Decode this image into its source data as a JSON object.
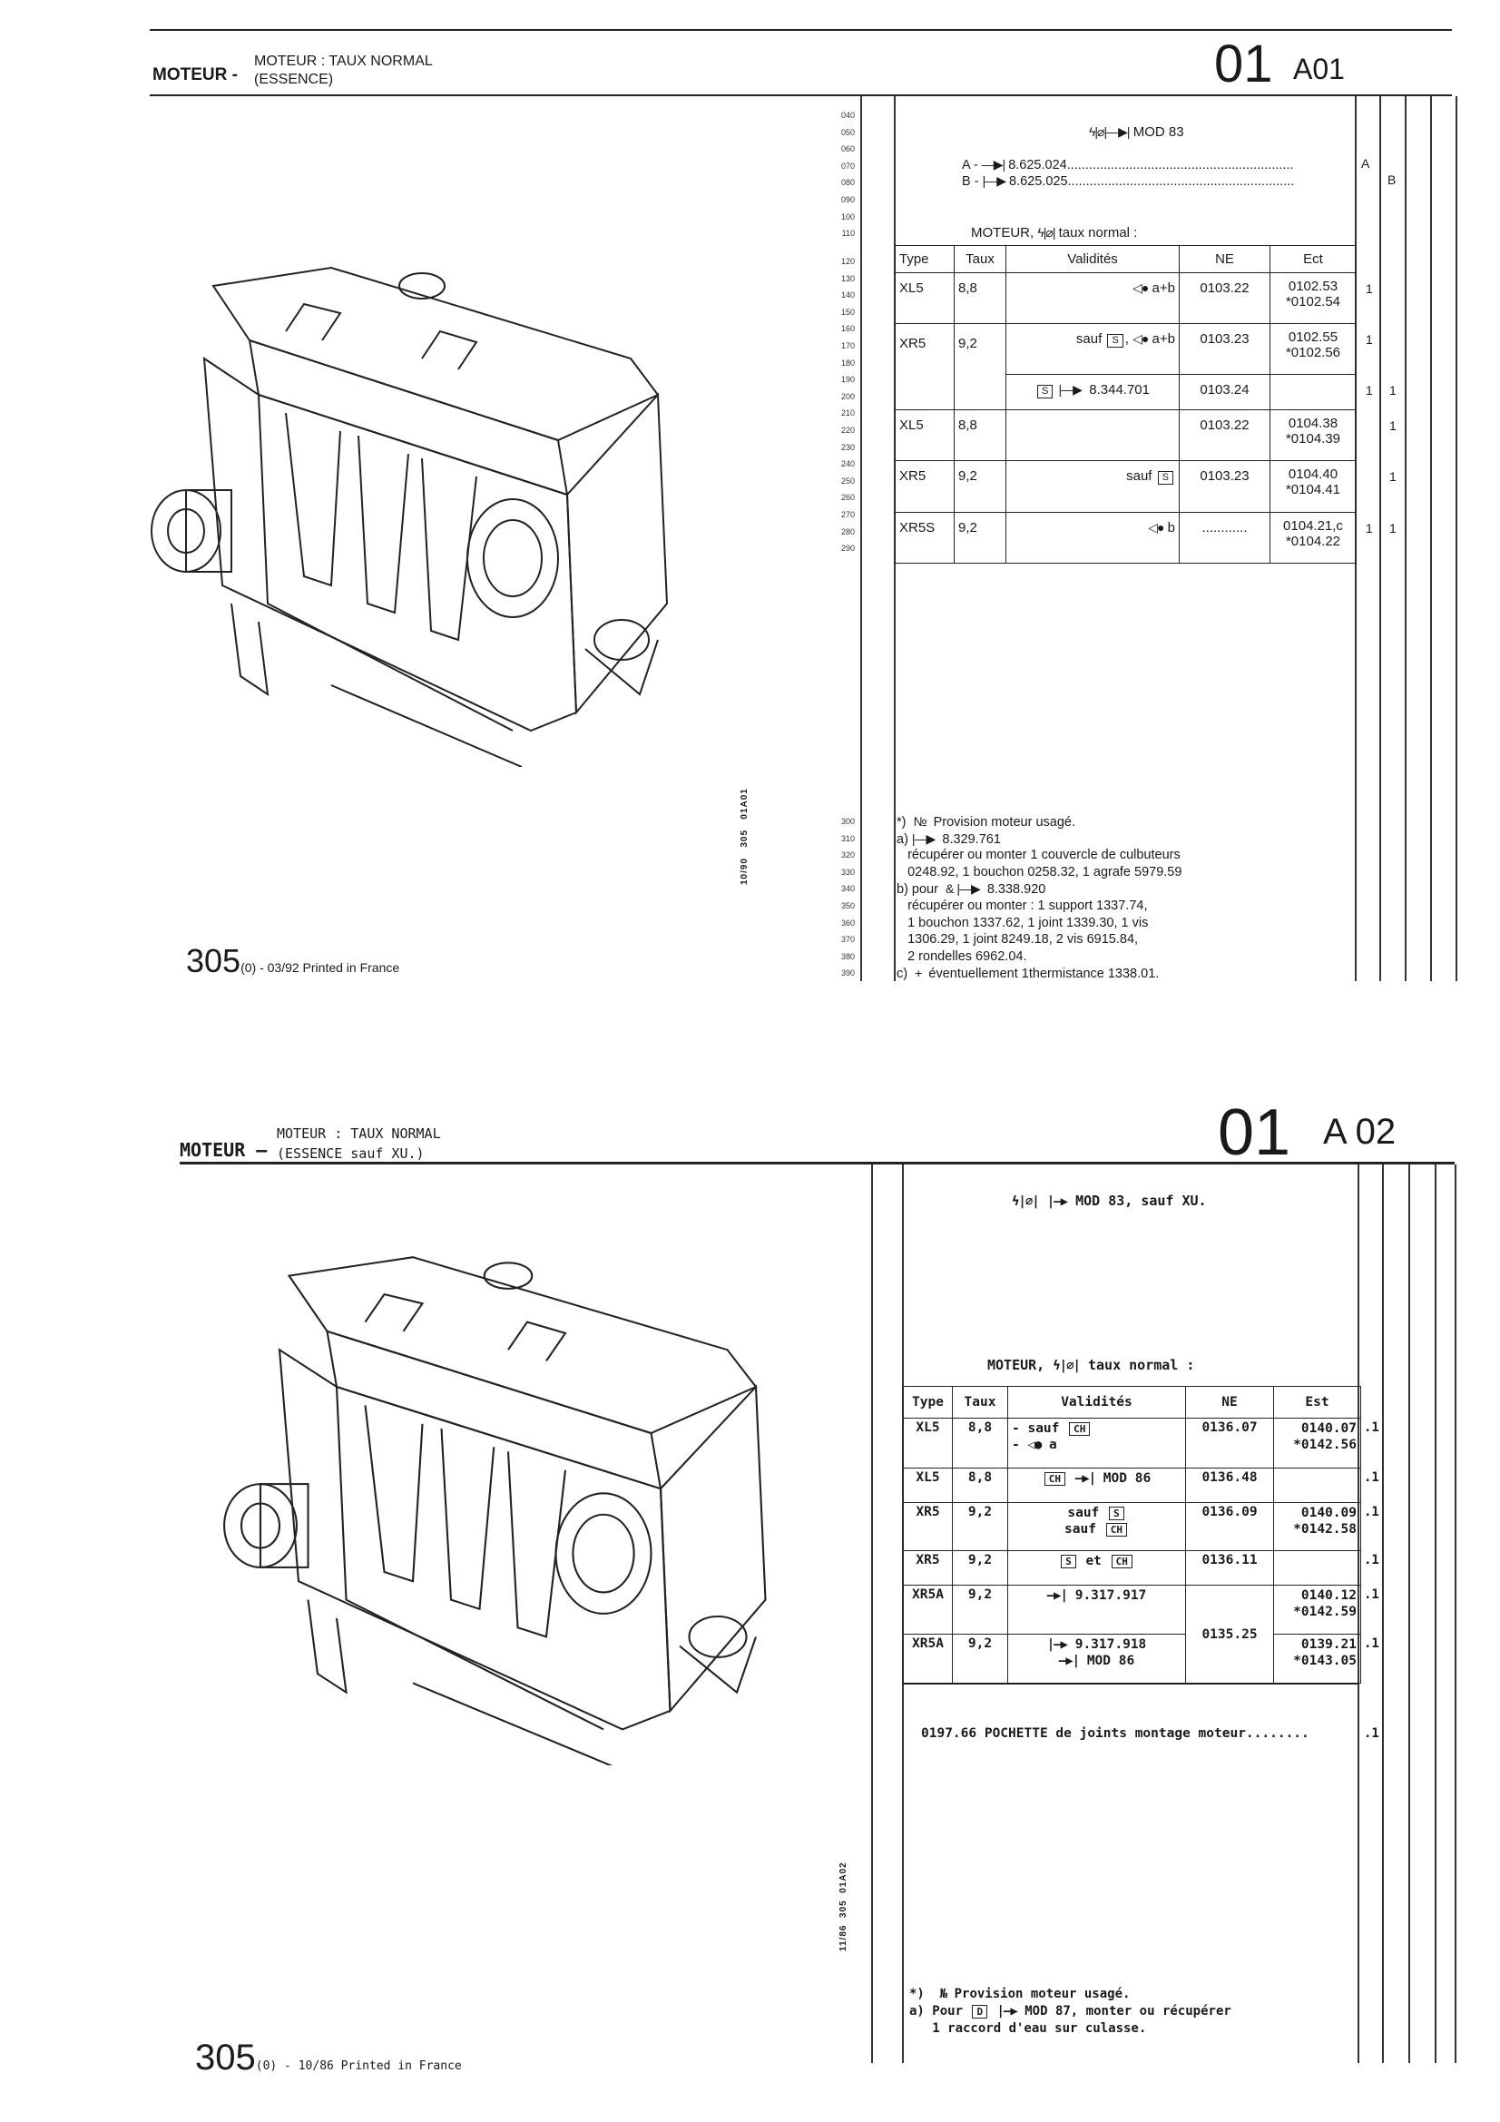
{
  "sheet_a01": {
    "header": {
      "section": "MOTEUR -",
      "title_line1": "MOTEUR : TAUX NORMAL",
      "title_line2": "(ESSENCE)",
      "code_major": "01",
      "code_minor": "A01"
    },
    "line_numbers_top": [
      "040",
      "050",
      "060",
      "070",
      "080",
      "090",
      "100",
      "110",
      "120",
      "130",
      "140",
      "150",
      "160",
      "170",
      "180",
      "190",
      "200",
      "210",
      "220",
      "230",
      "240",
      "250",
      "260",
      "270",
      "280",
      "290"
    ],
    "line_numbers_bottom": [
      "300",
      "310",
      "320",
      "330",
      "340",
      "350",
      "360",
      "370",
      "380",
      "390"
    ],
    "mod_line": [
      {
        "icon": "engine-symbol"
      },
      {
        "icon": "arrow-until"
      },
      " MOD 83"
    ],
    "variant_a": {
      "label": "A -",
      "ref": "8.625.024",
      "col": "A"
    },
    "variant_b": {
      "label": "B -",
      "ref": "8.625.025",
      "col": "B"
    },
    "table_title": [
      "MOTEUR, ",
      {
        "icon": "engine-symbol"
      },
      " taux normal :"
    ],
    "columns": [
      "Type",
      "Taux",
      "Validités",
      "NE",
      "Ect"
    ],
    "rows": [
      {
        "type": "XL5",
        "taux": "8,8",
        "validite": [
          {
            "icon": "eye"
          },
          " a+b"
        ],
        "ne": "0103.22",
        "ect": [
          "0102.53",
          "*0102.54"
        ],
        "qa": "1",
        "qb": ""
      },
      {
        "type": "XR5",
        "taux": "9,2",
        "validite": [
          "sauf ",
          {
            "box": "S"
          },
          ", ",
          {
            "icon": "eye"
          },
          " a+b"
        ],
        "ne": "0103.23",
        "ect": [
          "0102.55",
          "*0102.56"
        ],
        "qa": "1",
        "qb": ""
      },
      {
        "type": "",
        "taux": "",
        "validite": [
          {
            "box": "S"
          },
          " ",
          {
            "icon": "arrow-from"
          },
          "  8.344.701"
        ],
        "ne": "0103.24",
        "ect": [],
        "qa": "1",
        "qb": "1"
      },
      {
        "type": "XL5",
        "taux": "8,8",
        "validite": [],
        "ne": "0103.22",
        "ect": [
          "0104.38",
          "*0104.39"
        ],
        "qa": "",
        "qb": "1"
      },
      {
        "type": "XR5",
        "taux": "9,2",
        "validite": [
          "sauf ",
          {
            "box": "S"
          }
        ],
        "ne": "0103.23",
        "ect": [
          "0104.40",
          "*0104.41"
        ],
        "qa": "",
        "qb": "1"
      },
      {
        "type": "XR5S",
        "taux": "9,2",
        "validite": [
          {
            "icon": "eye"
          },
          " b"
        ],
        "ne": "............",
        "ect": [
          "0104.21,c",
          "*0104.22"
        ],
        "qa": "1",
        "qb": "1"
      }
    ],
    "footnotes": [
      [
        "*)  ",
        {
          "icon": "number-sign"
        },
        "  Provision moteur usagé."
      ],
      [
        "a) ",
        {
          "icon": "arrow-from"
        },
        "  8.329.761"
      ],
      [
        "   récupérer ou monter 1 couvercle de culbuteurs"
      ],
      [
        "   0248.92, 1 bouchon 0258.32, 1 agrafe 5979.59"
      ],
      [
        "b) pour  ",
        {
          "icon": "air-conditioning"
        },
        " ",
        {
          "icon": "arrow-from"
        },
        "  8.338.920"
      ],
      [
        "   récupérer ou monter : 1 support 1337.74,"
      ],
      [
        "   1 bouchon 1337.62, 1 joint 1339.30, 1 vis"
      ],
      [
        "   1306.29, 1 joint 8249.18, 2 vis 6915.84,"
      ],
      [
        "   2 rondelles 6962.04."
      ],
      [
        "c)  ",
        {
          "icon": "plus"
        },
        "  éventuellement 1thermistance 1338.01."
      ]
    ],
    "side_code": "10/90   305   01A01",
    "footer": {
      "model": "305",
      "text": "(0) - 03/92 Printed in France"
    }
  },
  "sheet_a02": {
    "header": {
      "section": "MOTEUR –",
      "title_line1": "MOTEUR : TAUX NORMAL",
      "title_line2": "(ESSENCE sauf XU.)",
      "code_major": "01",
      "code_minor": "A 02"
    },
    "mod_line": [
      {
        "icon": "engine-symbol"
      },
      " ",
      {
        "icon": "arrow-from"
      },
      " MOD 83, sauf XU."
    ],
    "table_title": [
      "MOTEUR, ",
      {
        "icon": "engine-symbol"
      },
      " taux normal :"
    ],
    "columns": [
      "Type",
      "Taux",
      "Validités",
      "NE",
      "Est"
    ],
    "rows": [
      {
        "type": "XL5",
        "taux": "8,8",
        "validite": [
          [
            "- sauf ",
            {
              "box": "CH"
            }
          ],
          [
            "- ",
            {
              "icon": "eye"
            },
            " a"
          ]
        ],
        "ne": "0136.07",
        "ect": [
          "0140.07",
          "*0142.56"
        ],
        "q": ".1"
      },
      {
        "type": "XL5",
        "taux": "8,8",
        "validite": [
          [
            {
              "box": "CH"
            },
            " ",
            {
              "icon": "arrow-until"
            },
            " MOD 86"
          ]
        ],
        "ne": "0136.48",
        "ect": [],
        "q": ".1"
      },
      {
        "type": "XR5",
        "taux": "9,2",
        "validite": [
          [
            "sauf ",
            {
              "box": "S"
            }
          ],
          [
            "sauf ",
            {
              "box": "CH"
            }
          ]
        ],
        "ne": "0136.09",
        "ect": [
          "0140.09",
          "*0142.58"
        ],
        "q": ".1"
      },
      {
        "type": "XR5",
        "taux": "9,2",
        "validite": [
          [
            {
              "box": "S"
            },
            " et ",
            {
              "box": "CH"
            }
          ]
        ],
        "ne": "0136.11",
        "ect": [],
        "q": ".1"
      },
      {
        "type": "XR5A",
        "taux": "9,2",
        "validite": [
          [
            {
              "icon": "arrow-until"
            },
            " 9.317.917"
          ]
        ],
        "ne": "0135.25",
        "ect": [
          "0140.12",
          "*0142.59"
        ],
        "q": ".1"
      },
      {
        "type": "XR5A",
        "taux": "9,2",
        "validite": [
          [
            {
              "icon": "arrow-from"
            },
            " 9.317.918"
          ],
          [
            {
              "icon": "arrow-until"
            },
            " MOD 86"
          ]
        ],
        "ne": "",
        "ect": [
          "0139.21",
          "*0143.05"
        ],
        "q": ".1"
      }
    ],
    "kit_line": {
      "text": "0197.66 POCHETTE de joints montage moteur........",
      "q": ".1"
    },
    "footnotes": [
      [
        "*)  ",
        {
          "icon": "number-sign"
        },
        " Provision moteur usagé."
      ],
      [
        "a) Pour ",
        {
          "box": "D"
        },
        " ",
        {
          "icon": "arrow-from"
        },
        " MOD 87, monter ou récupérer"
      ],
      [
        "   1 raccord d'eau sur culasse."
      ]
    ],
    "side_code": "11/86  305  01A02",
    "footer": {
      "model": "305",
      "text": "(0) - 10/86 Printed in France"
    }
  }
}
